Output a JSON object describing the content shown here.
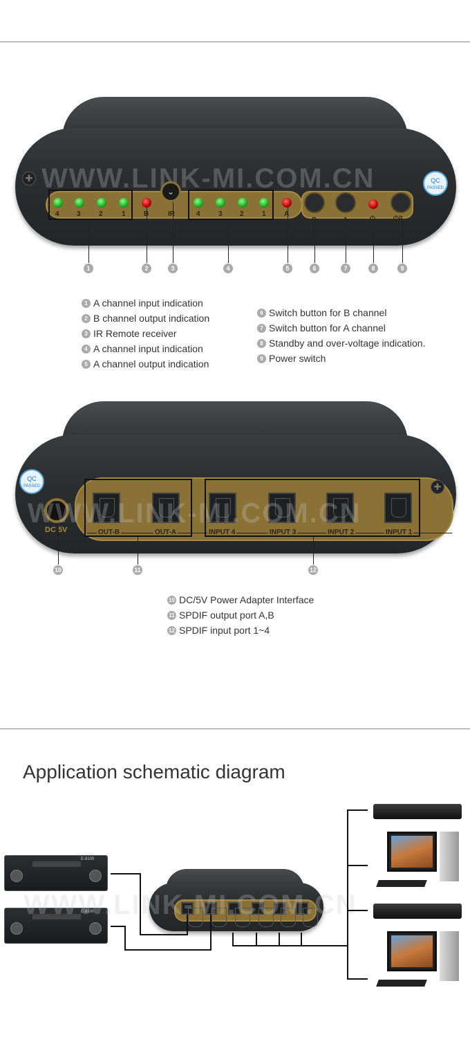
{
  "watermark": "WWW.LINK-MI.COM.CN",
  "qc": {
    "top": "QC",
    "bottom": "PASSED"
  },
  "front": {
    "led_labels_a": [
      "4",
      "3",
      "2",
      "1"
    ],
    "label_b": "B",
    "label_ir": "IR",
    "led_labels_b": [
      "4",
      "3",
      "2",
      "1"
    ],
    "label_a": "A",
    "btn_b": "B",
    "btn_a": "A",
    "standby": "⏻",
    "power": "⏻/I",
    "callouts": [
      "1",
      "2",
      "3",
      "4",
      "5",
      "6",
      "7",
      "8",
      "9"
    ],
    "legend_left": [
      {
        "n": "1",
        "text": "A channel input indication"
      },
      {
        "n": "2",
        "text": "B channel output indication"
      },
      {
        "n": "3",
        "text": "IR Remote receiver"
      },
      {
        "n": "4",
        "text": "A channel input indication"
      },
      {
        "n": "5",
        "text": "A channel output indication"
      }
    ],
    "legend_right": [
      {
        "n": "6",
        "text": "Switch button for B channel"
      },
      {
        "n": "7",
        "text": "Switch button for A channel"
      },
      {
        "n": "8",
        "text": "Standby and over-voltage indication."
      },
      {
        "n": "9",
        "text": "Power switch"
      }
    ]
  },
  "back": {
    "dc": "DC 5V",
    "ports": [
      "OUT-B",
      "OUT-A",
      "INPUT 4",
      "INPUT 3",
      "INPUT 2",
      "INPUT 1"
    ],
    "callouts": [
      "10",
      "11",
      "12"
    ],
    "legend": [
      {
        "n": "10",
        "text": "DC/5V Power Adapter Interface"
      },
      {
        "n": "11",
        "text": "SPDIF output port A,B"
      },
      {
        "n": "12",
        "text": "SPDIF input port 1~4"
      }
    ]
  },
  "application": {
    "title": "Application schematic diagram",
    "amp_brand": "E-8100"
  }
}
